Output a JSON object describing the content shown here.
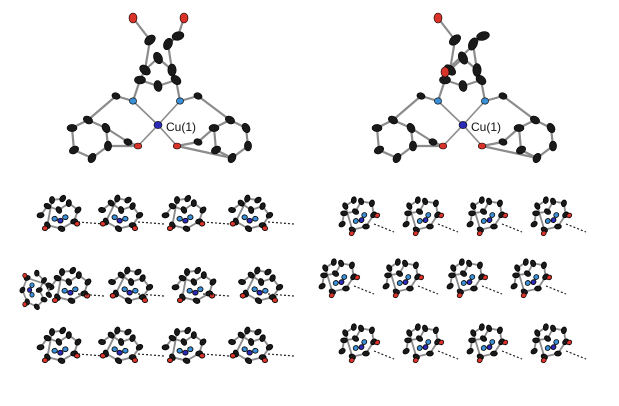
{
  "panels": [
    {
      "id": "molecule-left",
      "center_label": "Cu(1)"
    },
    {
      "id": "molecule-right",
      "center_label": "Cu(1)"
    },
    {
      "id": "packing-left"
    },
    {
      "id": "packing-right"
    }
  ],
  "colors": {
    "carbon": "#1a1a1a",
    "bond": "#8c8c8c",
    "oxygen": "#d9332a",
    "nitrogen": "#3a8fd6",
    "copper": "#2b2bb8",
    "hbond": "#222222",
    "background": "#ffffff"
  }
}
